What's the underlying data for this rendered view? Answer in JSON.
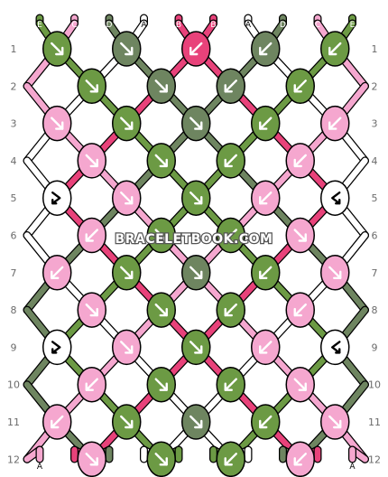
{
  "colors": {
    "E": "#6c9a44",
    "C": "#f5a7cf",
    "D": "#6e8560",
    "A": "#ffffff",
    "B": "#e8427a"
  },
  "watermark": "BRACELETBOOK.COM",
  "strands_top": [
    "E",
    "C",
    "D",
    "A",
    "B",
    "B",
    "A",
    "D",
    "C",
    "E"
  ],
  "strands_bottom": [
    "A",
    "B",
    "C",
    "D",
    "E",
    "E",
    "D",
    "C",
    "B",
    "A"
  ],
  "row_labels": [
    "1",
    "2",
    "3",
    "4",
    "5",
    "6",
    "7",
    "8",
    "9",
    "10",
    "11",
    "12"
  ],
  "rows": [
    [
      [
        "E",
        "dr"
      ],
      [
        "D",
        "dr"
      ],
      [
        "B",
        "dl"
      ],
      [
        "D",
        "dl"
      ],
      [
        "E",
        "dl"
      ]
    ],
    [
      [
        "E",
        "dr"
      ],
      [
        "D",
        "dr"
      ],
      [
        "D",
        "dl"
      ],
      [
        "E",
        "dl"
      ]
    ],
    [
      [
        "C",
        "dr"
      ],
      [
        "E",
        "dr"
      ],
      [
        "D",
        "dr"
      ],
      [
        "E",
        "dl"
      ],
      [
        "C",
        "dl"
      ]
    ],
    [
      [
        "C",
        "dr"
      ],
      [
        "E",
        "dr"
      ],
      [
        "E",
        "dl"
      ],
      [
        "C",
        "dl"
      ]
    ],
    [
      [
        "A",
        "rl"
      ],
      [
        "C",
        "dr"
      ],
      [
        "E",
        "dr"
      ],
      [
        "C",
        "dl"
      ],
      [
        "A",
        "lr"
      ]
    ],
    [
      [
        "C",
        "dl"
      ],
      [
        "E",
        "dr"
      ],
      [
        "E",
        "dl"
      ],
      [
        "C",
        "dr"
      ]
    ],
    [
      [
        "C",
        "dl"
      ],
      [
        "E",
        "dr"
      ],
      [
        "D",
        "dr"
      ],
      [
        "E",
        "dl"
      ],
      [
        "C",
        "dr"
      ]
    ],
    [
      [
        "C",
        "dr"
      ],
      [
        "E",
        "dr"
      ],
      [
        "E",
        "dl"
      ],
      [
        "C",
        "dl"
      ]
    ],
    [
      [
        "A",
        "rl"
      ],
      [
        "C",
        "dr"
      ],
      [
        "E",
        "dr"
      ],
      [
        "C",
        "dl"
      ],
      [
        "A",
        "lr"
      ]
    ],
    [
      [
        "C",
        "dl"
      ],
      [
        "E",
        "dr"
      ],
      [
        "E",
        "dl"
      ],
      [
        "C",
        "dr"
      ]
    ],
    [
      [
        "C",
        "dl"
      ],
      [
        "E",
        "dr"
      ],
      [
        "D",
        "dr"
      ],
      [
        "E",
        "dl"
      ],
      [
        "C",
        "dr"
      ]
    ],
    [
      [
        "C",
        "dr"
      ],
      [
        "E",
        "dr"
      ],
      [
        "E",
        "dl"
      ],
      [
        "C",
        "dl"
      ]
    ]
  ]
}
